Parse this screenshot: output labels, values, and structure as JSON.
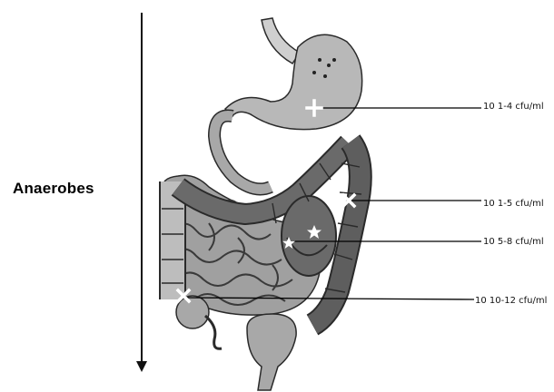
{
  "side_label": "Anaerobes",
  "counts": [
    "10 1-4 cfu/ml",
    "10 1-5 cfu/ml",
    "10 5-8 cfu/ml",
    "10 10-12 cfu/ml"
  ],
  "colors": {
    "stomach": "#b8b8b8",
    "small_intestine": "#9c9c9c",
    "colon": "#5e5e5e",
    "outline": "#2a2a2a",
    "marker": "#ffffff"
  },
  "icons": [
    "arrow-down-icon",
    "cross-marker-icon",
    "star-marker-icon"
  ]
}
